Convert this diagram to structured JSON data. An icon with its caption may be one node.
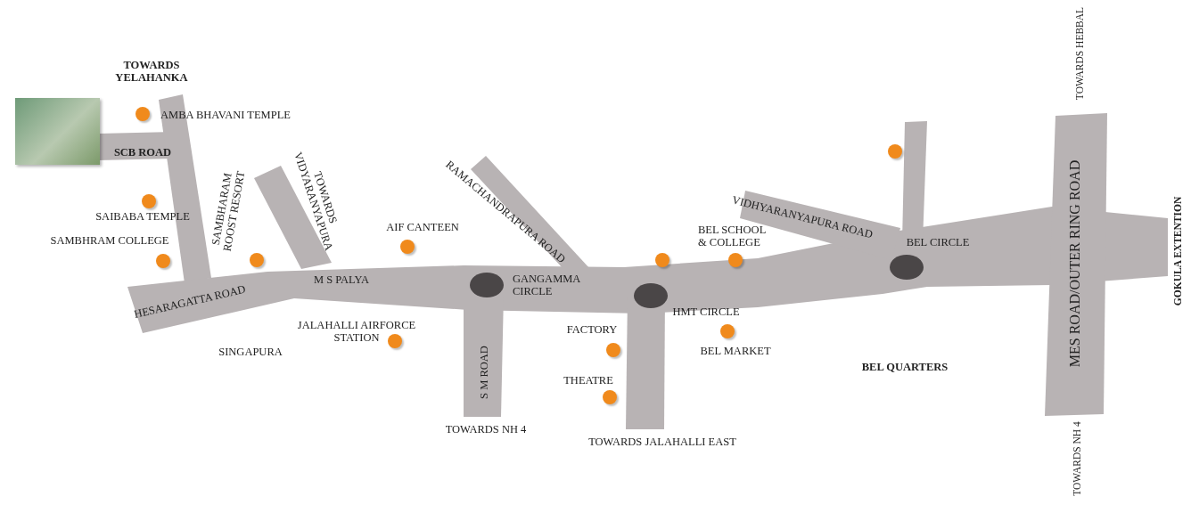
{
  "diagram": {
    "nodes": [
      {
        "text": [],
        "shape": "picture"
      },
      {
        "text": [],
        "shape": "circle",
        "beside": [
          "AMBA BHAVANI TEMPLE"
        ]
      },
      {
        "text": [],
        "shape": "circle",
        "beside": [
          "SAIBABA TEMPLE"
        ]
      },
      {
        "text": [],
        "shape": "circle",
        "beside": [
          "SAMBHRAM COLLEGE"
        ]
      },
      {
        "text": [],
        "shape": "circle",
        "beside": [
          "SAMBHARAM ROOST RESORT"
        ]
      },
      {
        "text": [],
        "shape": "circle",
        "beside": [
          "AIF CANTEEN"
        ]
      },
      {
        "text": [],
        "shape": "circle",
        "beside": [
          "GANGAMMA CIRCLE"
        ]
      },
      {
        "text": [],
        "shape": "circle",
        "beside": [
          "JALAHALLI AIRFORCE STATION"
        ]
      },
      {
        "text": [],
        "shape": "circle"
      },
      {
        "text": [],
        "shape": "circle",
        "beside": [
          "BEL SCHOOL & COLLEGE"
        ]
      },
      {
        "text": [],
        "shape": "circle",
        "beside": [
          "HMT CIRCLE"
        ]
      },
      {
        "text": [],
        "shape": "circle",
        "beside": [
          "FACTORY"
        ]
      },
      {
        "text": [],
        "shape": "circle",
        "beside": [
          "THEATRE"
        ]
      },
      {
        "text": [],
        "shape": "circle",
        "beside": [
          "BEL MARKET"
        ]
      },
      {
        "text": [],
        "shape": "circle"
      },
      {
        "text": [],
        "shape": "circle",
        "beside": [
          "BEL CIRCLE"
        ]
      }
    ],
    "labels": [
      "TOWARDS YELAHANKA",
      "SCB ROAD",
      "TOWARDS VIDYARANYAPURA",
      "RAMACHANDRAPURA ROAD",
      "M S PALYA",
      "HESARAGATTA ROAD",
      "SINGAPURA",
      "S M ROAD",
      "TOWARDS NH 4",
      "TOWARDS JALAHALLI EAST",
      "VIDHYARANYAPURA ROAD",
      "BEL QUARTERS",
      "MES ROAD/OUTER RING ROAD",
      "TOWARDS HEBBAL",
      "TOWARDS NH 4",
      "GOKULA EXTENTION"
    ]
  }
}
